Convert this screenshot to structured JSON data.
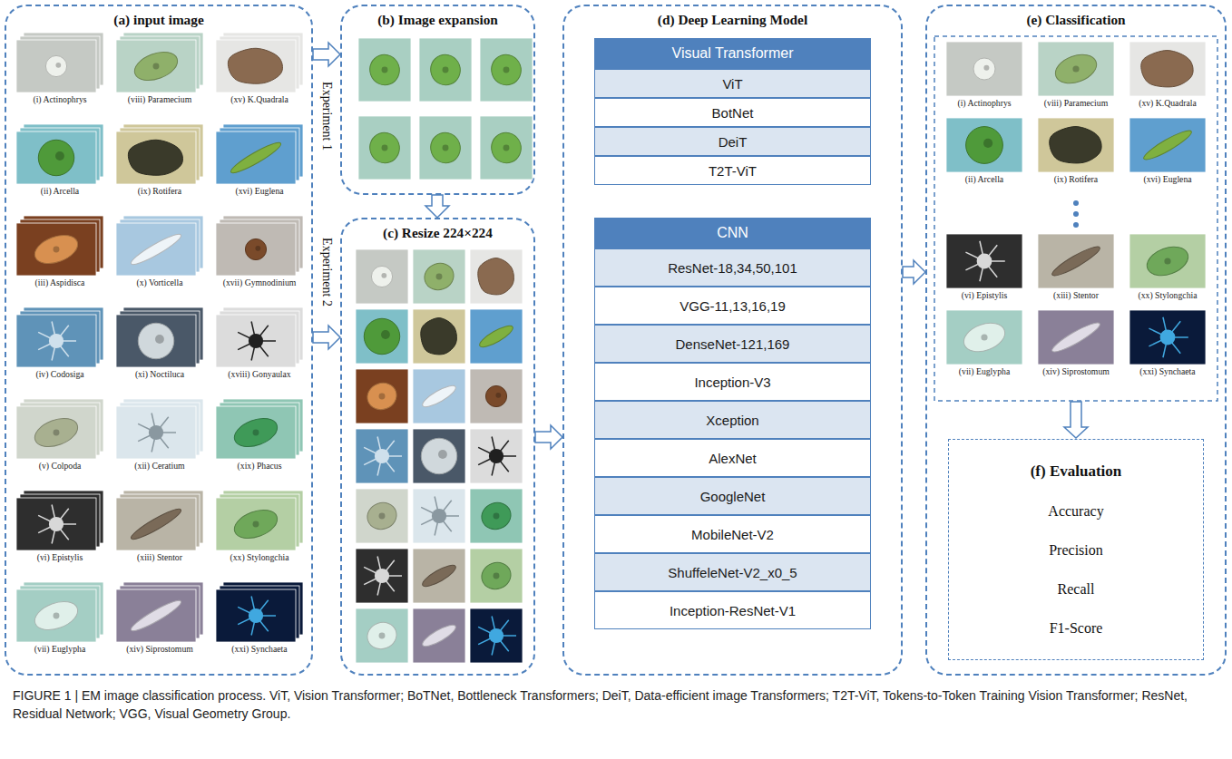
{
  "diagram": {
    "caption": "FIGURE 1 | EM image classification process. ViT, Vision Transformer; BoTNet, Bottleneck Transformers; DeiT, Data-efficient image Transformers; T2T-ViT, Tokens-to-Token Training Vision Transformer; ResNet, Residual Network; VGG, Visual Geometry Group.",
    "nodes": [
      {
        "text": [
          "(a) input image"
        ]
      },
      {
        "text": [
          "(i) Actinophrys"
        ],
        "in": 0
      },
      {
        "text": [
          "(viii) Paramecium"
        ],
        "in": 0
      },
      {
        "text": [
          "(xv) K.Quadrala"
        ],
        "in": 0
      },
      {
        "text": [
          "(ii) Arcella"
        ],
        "in": 0
      },
      {
        "text": [
          "(ix) Rotifera"
        ],
        "in": 0
      },
      {
        "text": [
          "(xvi) Euglena"
        ],
        "in": 0
      },
      {
        "text": [
          "(iii) Aspidisca"
        ],
        "in": 0
      },
      {
        "text": [
          "(x) Vorticella"
        ],
        "in": 0
      },
      {
        "text": [
          "(xvii) Gymnodinium"
        ],
        "in": 0
      },
      {
        "text": [
          "(iv) Codosiga"
        ],
        "in": 0
      },
      {
        "text": [
          "(xi) Noctiluca"
        ],
        "in": 0
      },
      {
        "text": [
          "(xviii) Gonyaulax"
        ],
        "in": 0
      },
      {
        "text": [
          "(v) Colpoda"
        ],
        "in": 0
      },
      {
        "text": [
          "(xii) Ceratium"
        ],
        "in": 0
      },
      {
        "text": [
          "(xix) Phacus"
        ],
        "in": 0
      },
      {
        "text": [
          "(vi) Epistylis"
        ],
        "in": 0
      },
      {
        "text": [
          "(xiii) Stentor"
        ],
        "in": 0
      },
      {
        "text": [
          "(xx) Stylongchia"
        ],
        "in": 0
      },
      {
        "text": [
          "(vii) Euglypha"
        ],
        "in": 0
      },
      {
        "text": [
          "(xiv) Siprostomum"
        ],
        "in": 0
      },
      {
        "text": [
          "(xxi) Synchaeta"
        ],
        "in": 0
      },
      {
        "text": [
          "(b) Image expansion"
        ]
      },
      {
        "text": [
          "(c) Resize 224×224"
        ]
      },
      {
        "text": [
          "(d) Deep Learning Model"
        ]
      },
      {
        "text": [
          "Visual Transformer"
        ],
        "in": 24
      },
      {
        "text": [
          "ViT"
        ],
        "in": 24
      },
      {
        "text": [
          "BotNet"
        ],
        "in": 24
      },
      {
        "text": [
          "DeiT"
        ],
        "in": 24
      },
      {
        "text": [
          "T2T-ViT"
        ],
        "in": 24
      },
      {
        "text": [
          "CNN"
        ],
        "in": 24
      },
      {
        "text": [
          "ResNet-18,34,50,101"
        ],
        "in": 24
      },
      {
        "text": [
          "VGG-11,13,16,19"
        ],
        "in": 24
      },
      {
        "text": [
          "DenseNet-121,169"
        ],
        "in": 24
      },
      {
        "text": [
          "Inception-V3"
        ],
        "in": 24
      },
      {
        "text": [
          "Xception"
        ],
        "in": 24
      },
      {
        "text": [
          "AlexNet"
        ],
        "in": 24
      },
      {
        "text": [
          "GoogleNet"
        ],
        "in": 24
      },
      {
        "text": [
          "MobileNet-V2"
        ],
        "in": 24
      },
      {
        "text": [
          "ShuffeleNet-V2_x0_5"
        ],
        "in": 24
      },
      {
        "text": [
          "Inception-ResNet-V1"
        ],
        "in": 24
      },
      {
        "text": [
          "(e) Classification"
        ]
      },
      {
        "text": [
          "(i) Actinophrys"
        ],
        "in": 41
      },
      {
        "text": [
          "(viii) Paramecium"
        ],
        "in": 41
      },
      {
        "text": [
          "(xv) K.Quadrala"
        ],
        "in": 41
      },
      {
        "text": [
          "(ii) Arcella"
        ],
        "in": 41
      },
      {
        "text": [
          "(ix) Rotifera"
        ],
        "in": 41
      },
      {
        "text": [
          "(xvi) Euglena"
        ],
        "in": 41
      },
      {
        "text": [
          "(vi) Epistylis"
        ],
        "in": 41
      },
      {
        "text": [
          "(xiii) Stentor"
        ],
        "in": 41
      },
      {
        "text": [
          "(xx) Stylongchia"
        ],
        "in": 41
      },
      {
        "text": [
          "(vii) Euglypha"
        ],
        "in": 41
      },
      {
        "text": [
          "(xiv) Siprostomum"
        ],
        "in": 41
      },
      {
        "text": [
          "(xxi) Synchaeta"
        ],
        "in": 41
      },
      {
        "text": [
          "(f) Evaluation",
          "Accuracy",
          "Precision",
          "Recall",
          "F1-Score"
        ],
        "in": 41
      }
    ],
    "edges": [
      {
        "from": 0,
        "to": 22,
        "arrow": "to",
        "label": "Experiment 1"
      },
      {
        "from": 0,
        "to": 23,
        "arrow": "to",
        "label": "Experiment 2"
      },
      {
        "from": 22,
        "to": 23,
        "arrow": "to"
      },
      {
        "from": 23,
        "to": 24,
        "arrow": "to"
      },
      {
        "from": 24,
        "to": 41,
        "arrow": "to"
      }
    ]
  }
}
